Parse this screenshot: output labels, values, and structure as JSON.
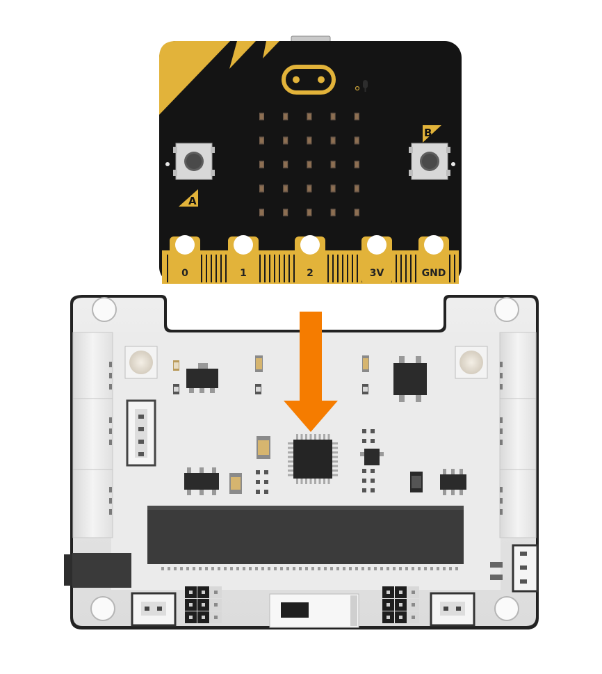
{
  "board": {
    "name": "micro:bit",
    "button_a": "A",
    "button_b": "B",
    "pins": [
      "0",
      "1",
      "2",
      "3V",
      "GND"
    ],
    "led_grid": {
      "rows": 5,
      "cols": 5
    },
    "colors": {
      "pcb": "#141414",
      "gold": "#e2b33a"
    }
  },
  "expansion_board": {
    "colors": {
      "base": "#e6e6e6",
      "header": "#3b3b3b"
    }
  },
  "arrow": {
    "direction": "down",
    "color": "#f57c00"
  }
}
